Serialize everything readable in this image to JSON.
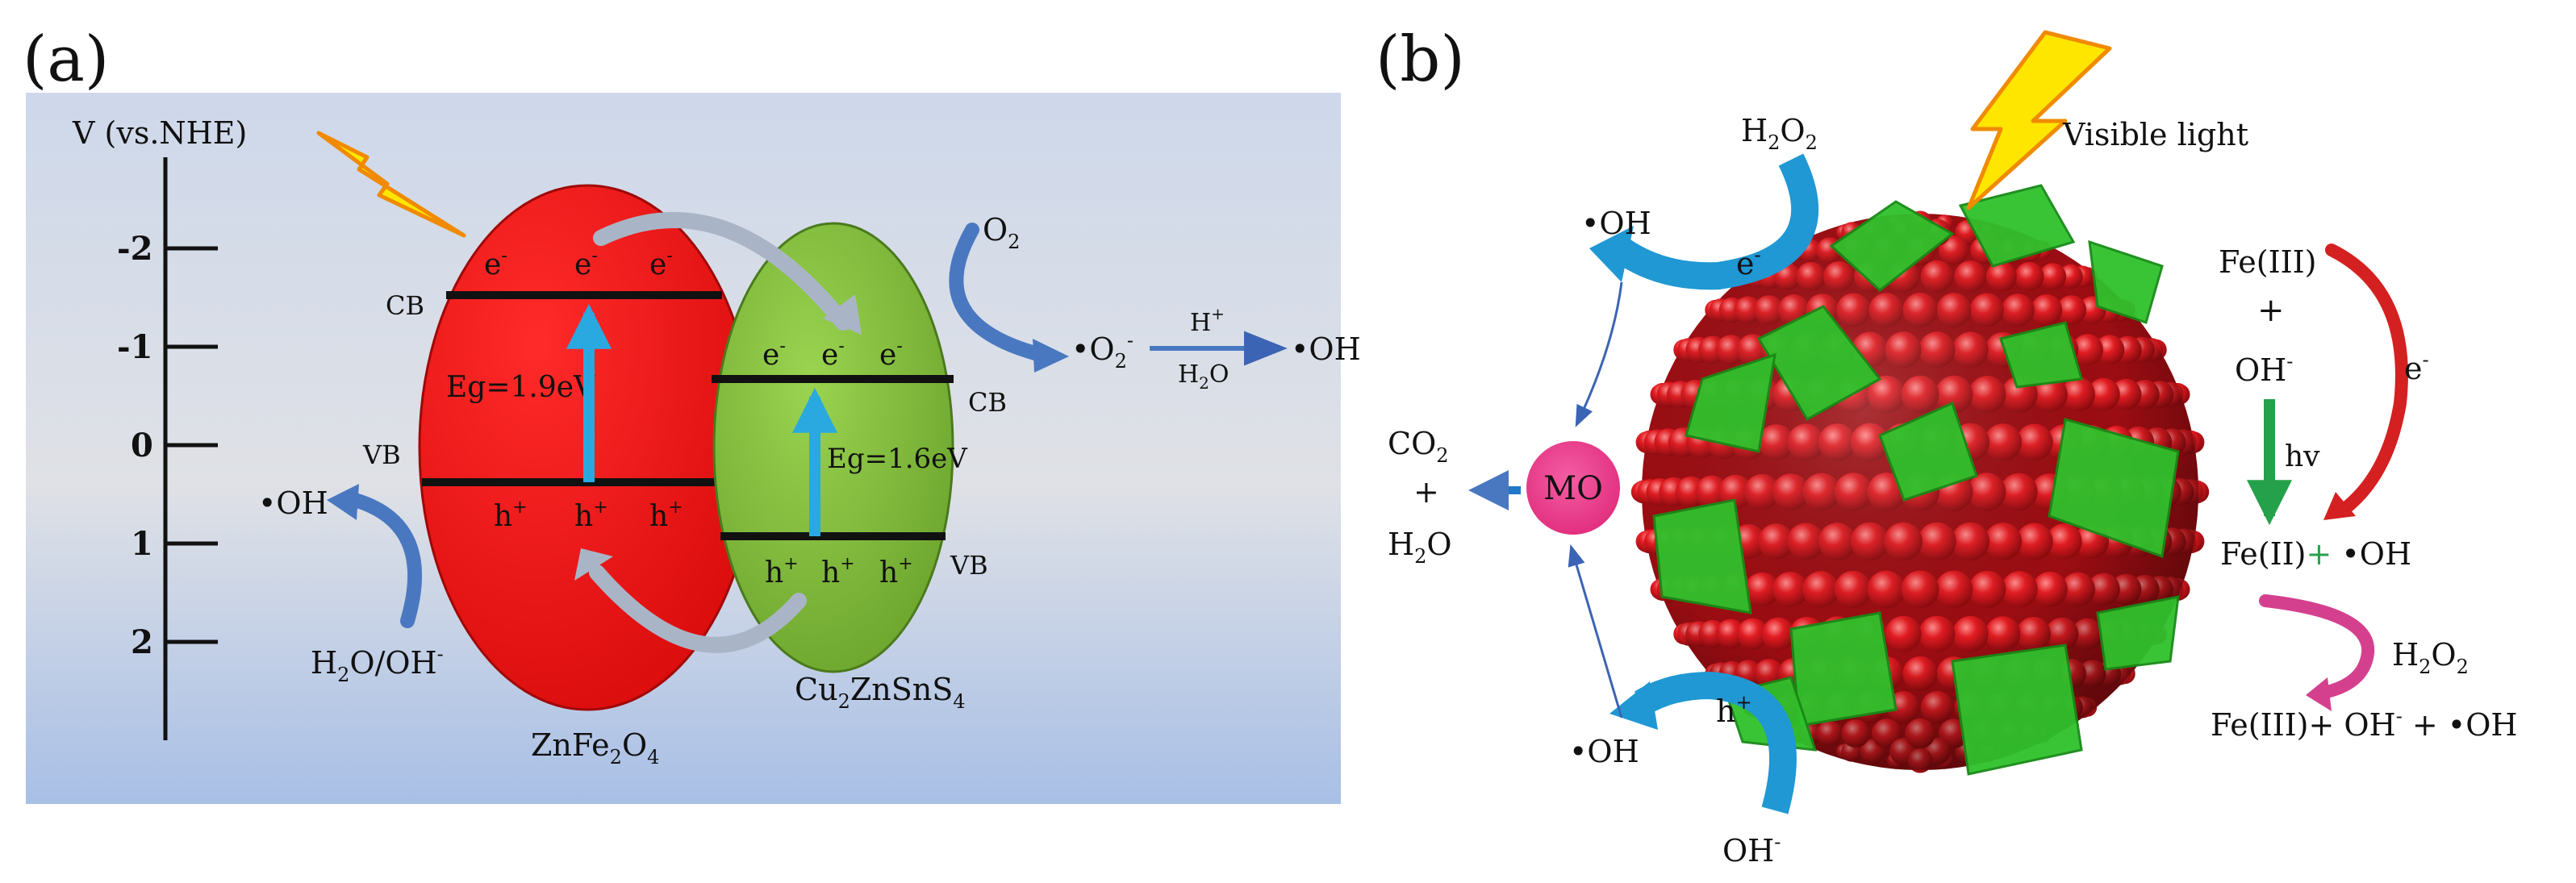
{
  "panel_a": {
    "letter": "(a)",
    "axis_label": "V (vs.NHE)",
    "ticks": [
      "-2",
      "-1",
      "0",
      "1",
      "2"
    ],
    "zfo": {
      "name_pre": "ZnFe",
      "name_sub1": "2",
      "name_mid": "O",
      "name_sub2": "4",
      "cb": "CB",
      "vb": "VB",
      "eg": "Eg=1.9eV",
      "electron": "e",
      "hole": "h",
      "sup_minus": "-",
      "sup_plus": "+"
    },
    "czts": {
      "name_pre": "Cu",
      "name_sub1": "2",
      "name_mid": "ZnSnS",
      "name_sub2": "4",
      "cb": "CB",
      "vb": "VB",
      "eg": "Eg=1.6eV"
    },
    "o2_pre": "O",
    "o2_sub": "2",
    "superoxide_pre": "•O",
    "superoxide_sub": "2",
    "superoxide_sup": "-",
    "hplus_pre": "H",
    "hplus_sup": "+",
    "water_pre": "H",
    "water_sub": "2",
    "water_post": "O",
    "oh_product": "•OH",
    "oh_left": "•OH",
    "h2o_oh_pre": "H",
    "h2o_oh_sub": "2",
    "h2o_oh_mid": "O/OH",
    "h2o_oh_sup": "-"
  },
  "panel_b": {
    "letter": "(b)",
    "h2o2_pre": "H",
    "h2o2_sub1": "2",
    "h2o2_mid": "O",
    "h2o2_sub2": "2",
    "visible_light": "Visible light",
    "oh_top": "•OH",
    "e_label": "e",
    "e_sup": "-",
    "h_label": "h",
    "h_sup": "+",
    "oh_bottom": "•OH",
    "ohminus_pre": "OH",
    "ohminus_sup": "-",
    "mo": "MO",
    "co2_pre": "CO",
    "co2_sub": "2",
    "plus": "+",
    "h2o_pre": "H",
    "h2o_sub": "2",
    "h2o_post": "O",
    "fe3": "Fe(III)",
    "fe_plus": "+",
    "fe_oh_pre": "OH",
    "fe_oh_sup": "-",
    "hv": "hv",
    "fe_e": "e",
    "fe_e_sup": "-",
    "fe2_line_a": "Fe(II)",
    "fe2_line_b": "+",
    "fe2_line_c": " •OH",
    "h2o2b_pre": "H",
    "h2o2b_sub1": "2",
    "h2o2b_mid": "O",
    "h2o2b_sub2": "2",
    "final_a": "Fe(III)",
    "final_b": "+ OH",
    "final_sup": "-",
    "final_c": " + •OH"
  },
  "colors": {
    "zfo_red": "#ee1111",
    "czts_green": "#82bf3a",
    "bg_top": "#ced8ea",
    "bg_mid": "#dde0e6",
    "bg_bottom": "#a8bfe6",
    "arrow_blue": "#4a78c0",
    "arrow_cyan": "#2aa9e0",
    "arrow_grey": "#a9b5c6",
    "lightning": "#ffe600",
    "mo_pink": "#ea3d8e",
    "sphere_red": "#d8141a",
    "sheet_green": "#2fc12c",
    "fe_red_arrow": "#d42020",
    "fe_green_arrow": "#24a14a",
    "fe_pink_arrow": "#d4408e"
  }
}
